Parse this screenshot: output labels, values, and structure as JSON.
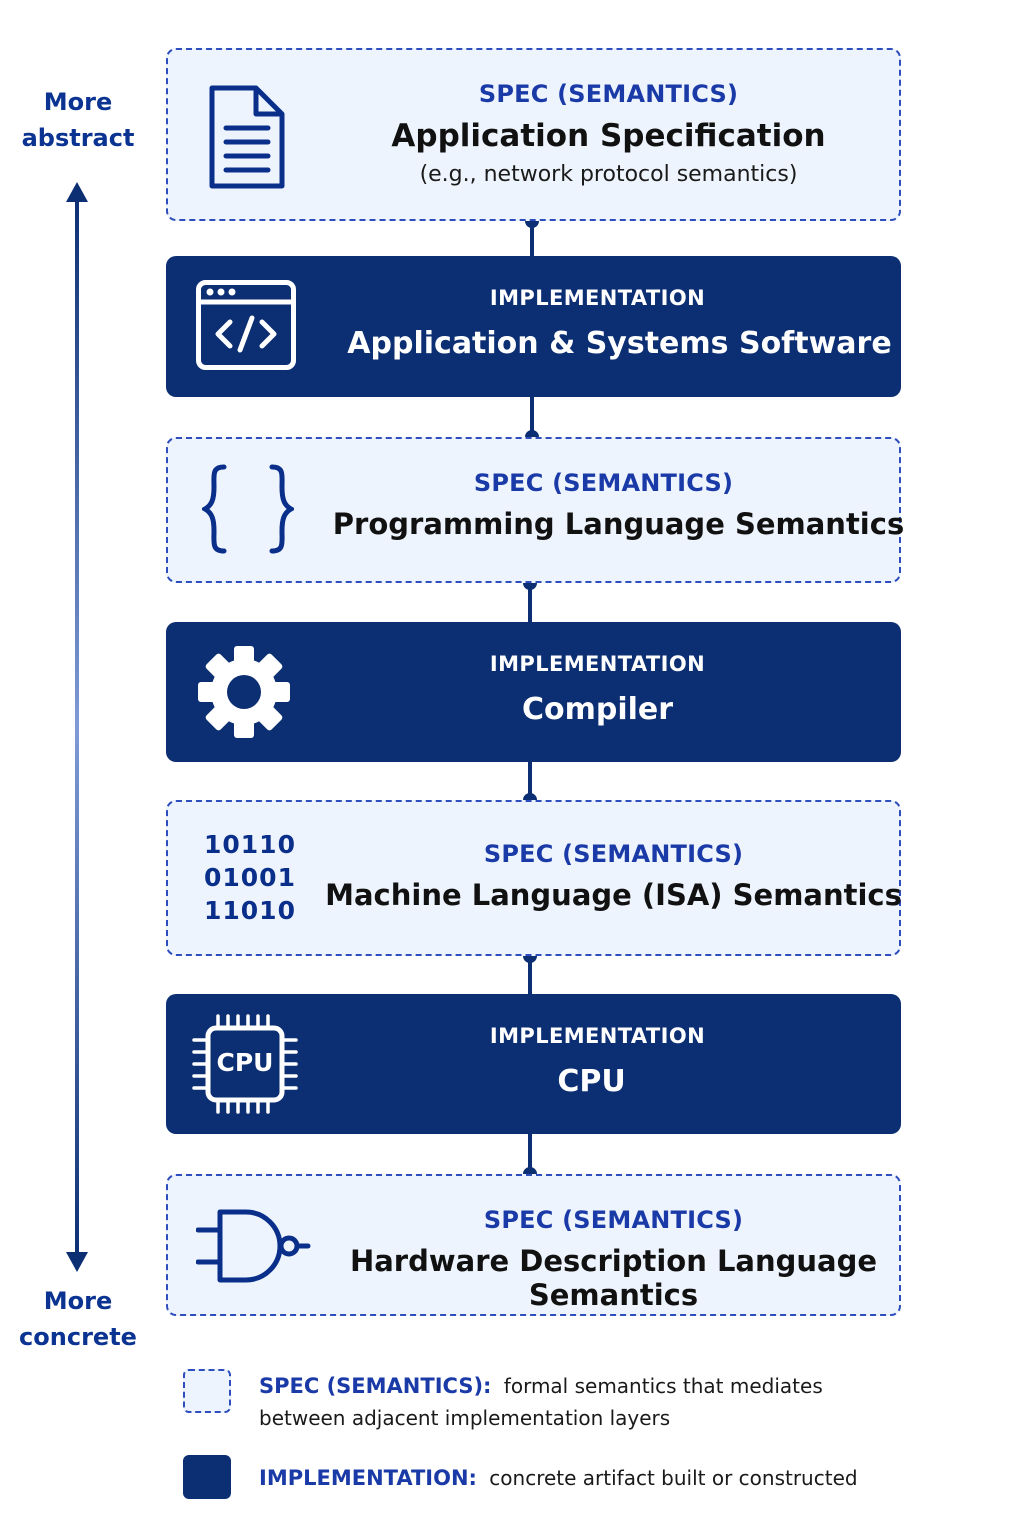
{
  "axis": {
    "top_label_line1": "More",
    "top_label_line2": "abstract",
    "bottom_label_line1": "More",
    "bottom_label_line2": "concrete"
  },
  "layers": [
    {
      "kind": "SPEC (SEMANTICS)",
      "title": "Application Specification",
      "subtitle": "(e.g., network protocol semantics)",
      "icon": "document-icon"
    },
    {
      "kind": "IMPLEMENTATION",
      "title": "Application & Systems Software",
      "icon": "code-window-icon"
    },
    {
      "kind": "SPEC (SEMANTICS)",
      "title": "Programming Language Semantics",
      "icon": "curly-braces-icon"
    },
    {
      "kind": "IMPLEMENTATION",
      "title": "Compiler",
      "icon": "gear-icon"
    },
    {
      "kind": "SPEC (SEMANTICS)",
      "title": "Machine Language (ISA) Semantics",
      "icon": "binary-icon",
      "binary_lines": [
        "10110",
        "01001",
        "11010"
      ]
    },
    {
      "kind": "IMPLEMENTATION",
      "title": "CPU",
      "icon": "cpu-chip-icon",
      "icon_text": "CPU"
    },
    {
      "kind": "SPEC (SEMANTICS)",
      "title": "Hardware Description Language Semantics",
      "icon": "nand-gate-icon"
    }
  ],
  "legend": {
    "spec_key": "SPEC (SEMANTICS):",
    "spec_desc_line1": "formal semantics that mediates",
    "spec_desc_line2": "between adjacent implementation layers",
    "impl_key": "IMPLEMENTATION:",
    "impl_desc": "concrete artifact built or constructed"
  },
  "colors": {
    "spec_fill": "#eef4fd",
    "spec_border": "#2d4ebc",
    "impl_fill": "#0c2e73",
    "accent_text": "#1a3aa8"
  }
}
